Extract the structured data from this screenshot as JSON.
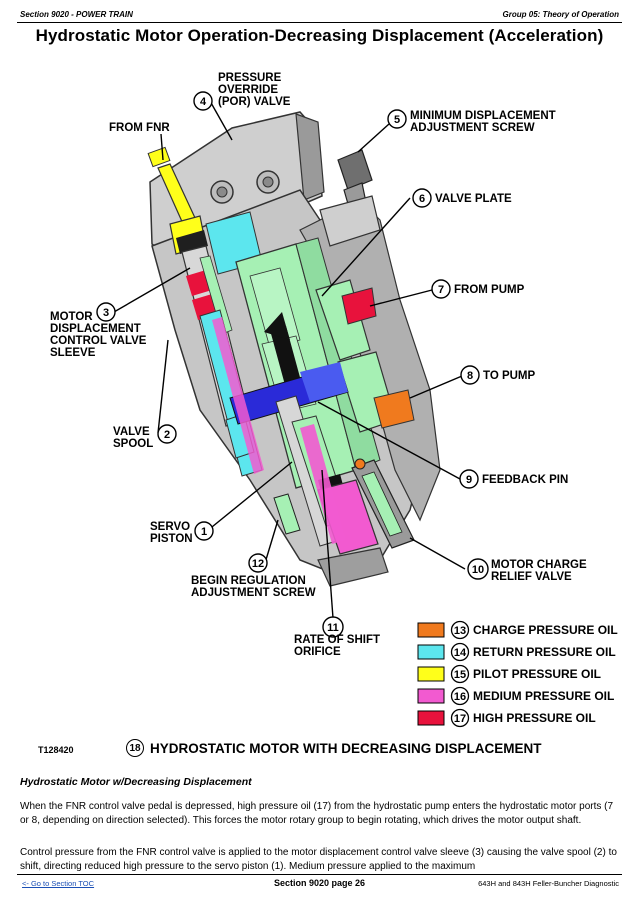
{
  "header": {
    "section": "Section 9020 - POWER TRAIN",
    "group": "Group 05: Theory of Operation"
  },
  "title": "Hydrostatic Motor Operation-Decreasing Displacement (Acceleration)",
  "callouts": {
    "c4": {
      "num": "4",
      "lines": [
        "PRESSURE",
        "OVERRIDE",
        "(POR) VALVE"
      ]
    },
    "from_fnr": "FROM FNR",
    "c5": {
      "num": "5",
      "lines": [
        "MINIMUM DISPLACEMENT",
        "ADJUSTMENT SCREW"
      ]
    },
    "c6": {
      "num": "6",
      "text": "VALVE PLATE"
    },
    "c7": {
      "num": "7",
      "text": "FROM PUMP"
    },
    "c3": {
      "num": "3",
      "lines": [
        "MOTOR",
        "DISPLACEMENT",
        "CONTROL VALVE",
        "SLEEVE"
      ]
    },
    "c8": {
      "num": "8",
      "text": "TO PUMP"
    },
    "c2": {
      "num": "2",
      "lines": [
        "VALVE",
        "SPOOL"
      ]
    },
    "c9": {
      "num": "9",
      "text": "FEEDBACK PIN"
    },
    "c1": {
      "num": "1",
      "lines": [
        "SERVO",
        "PISTON"
      ]
    },
    "c12": {
      "num": "12",
      "lines": [
        "BEGIN REGULATION",
        "ADJUSTMENT SCREW"
      ]
    },
    "c10": {
      "num": "10",
      "lines": [
        "MOTOR CHARGE",
        "RELIEF VALVE"
      ]
    },
    "c11": {
      "num": "11",
      "lines": [
        "RATE OF SHIFT",
        "ORIFICE"
      ]
    }
  },
  "legend": [
    {
      "num": "13",
      "label": "CHARGE PRESSURE OIL",
      "color": "#f07a1e"
    },
    {
      "num": "14",
      "label": "RETURN PRESSURE OIL",
      "color": "#5ce6ee"
    },
    {
      "num": "15",
      "label": "PILOT PRESSURE OIL",
      "color": "#ffff1a"
    },
    {
      "num": "16",
      "label": "MEDIUM PRESSURE OIL",
      "color": "#f25ad0"
    },
    {
      "num": "17",
      "label": "HIGH PRESSURE OIL",
      "color": "#e8123c"
    }
  ],
  "figure": {
    "id": "T128420",
    "caption_num": "18",
    "caption": "HYDROSTATIC MOTOR WITH DECREASING DISPLACEMENT"
  },
  "body": {
    "subheading": "Hydrostatic Motor w/Decreasing Displacement",
    "p1": "When the FNR control valve pedal is depressed, high pressure oil (17) from the hydrostatic pump enters the hydrostatic motor ports (7 or 8, depending on direction selected). This forces the motor rotary group to begin rotating, which drives the motor output shaft.",
    "p2": "Control pressure from the FNR control valve is applied to the motor displacement control valve sleeve (3) causing the valve spool (2) to shift, directing reduced high pressure to the servo piston (1). Medium pressure applied to the maximum"
  },
  "footer": {
    "toc_link": "<- Go to Section TOC",
    "page": "Section 9020 page 26",
    "doc": "643H and 843H Feller-Buncher Diagnostic"
  },
  "colors": {
    "housing": "#c9c9c9",
    "housing_dark": "#8f8f8f",
    "mint": "#a6f0b4",
    "blue": "#2a2ad8"
  }
}
